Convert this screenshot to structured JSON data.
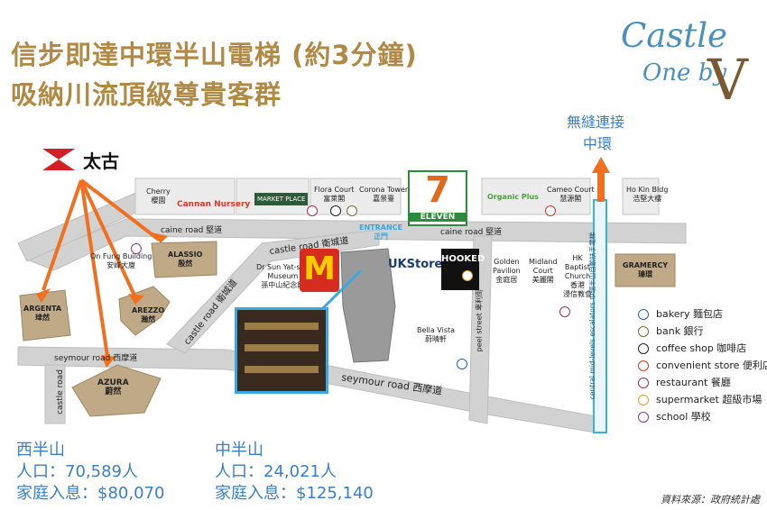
{
  "headline": {
    "line1": "信步即達中環半山電梯 (約3分鐘)",
    "line2": "吸納川流頂級尊貴客群"
  },
  "brand": {
    "castle": "Castle",
    "one_by": "One by",
    "v": "V"
  },
  "swire": {
    "name": "太古"
  },
  "escalator_note": {
    "line1": "無縫連接",
    "line2": "中環"
  },
  "roads": {
    "caine_road_left": "caine road  堅道",
    "caine_road_right": "caine road  堅道",
    "castle_road_top": "castle road  衛城道",
    "castle_road_diag": "castle road 衛城道",
    "castle_road_left": "castle road",
    "seymour_road_left": "seymour road 西摩道",
    "seymour_road_main": "seymour road  西摩道",
    "peel_street": "peel street 卑利街",
    "escalators": "central mid-levels escalators 中環半山自動扶手電梯"
  },
  "buildings": {
    "argenta": {
      "en": "ARGENTA",
      "zh": "珒然"
    },
    "alassio": {
      "en": "ALASSIO",
      "zh": "殷然"
    },
    "arezzo": {
      "en": "AREZZO",
      "zh": "瀚然"
    },
    "azura": {
      "en": "AZURA",
      "zh": "蔚然"
    },
    "gramercy": {
      "en": "GRAMERCY",
      "zh": "瑧環"
    },
    "on_fung": "On Fung Building\n安峰大廈",
    "dr_sun": "Dr Sun Yat-sen\nMuseum\n孫中山紀念館",
    "bella_vista": "Bella Vista\n蔚晴軒",
    "golden_pavilion": "Golden\nPavilion\n金庭居",
    "midland_court": "Midland\nCourt\n美麗閣",
    "hk_baptist": "HK\nBaptist\nChurch\n香港\n浸信教會"
  },
  "shops": {
    "cherry": "Cherry\n櫻園",
    "nursery": "Cannan Nursery",
    "market_place": "MARKET PLACE",
    "flora_court": "Flora Court\n富萊閣",
    "corona_tower": "Corona Tower\n嘉景臺",
    "seven_eleven": "ELEVEN",
    "organic_plus": "Organic Plus",
    "cameo_court": "Cameo Court\n慧源閣",
    "ho_kin": "Ho Kin Bldg\n浩堅大樓",
    "entrance": "ENTRANCE\n正門",
    "uk_store": "UKStore",
    "hooked": "HOOKED"
  },
  "legend": [
    {
      "label": "bakery 麵包店",
      "color": "#2b5fa8"
    },
    {
      "label": "bank 銀行",
      "color": "#8a6a3a"
    },
    {
      "label": "coffee shop 咖啡店",
      "color": "#222222"
    },
    {
      "label": "convenient store 便利店",
      "color": "#d43a2a"
    },
    {
      "label": "restaurant 餐廳",
      "color": "#a0305a"
    },
    {
      "label": "supermarket 超級市場",
      "color": "#e8a020"
    },
    {
      "label": "school 學校",
      "color": "#7a3aa0"
    }
  ],
  "stats": {
    "west": {
      "title": "西半山",
      "population": "人口：70,589人",
      "income": "家庭入息：$80,070"
    },
    "mid": {
      "title": "中半山",
      "population": "人口：24,021人",
      "income": "家庭入息：$125,140"
    }
  },
  "source": "資料來源：政府統計處",
  "colors": {
    "accent": "#b08a44",
    "arrow": "#f07020",
    "road": "#cfcfcf",
    "building": "#bfa987",
    "escalator": "#3ab0e0",
    "stats": "#3a7fc4"
  }
}
